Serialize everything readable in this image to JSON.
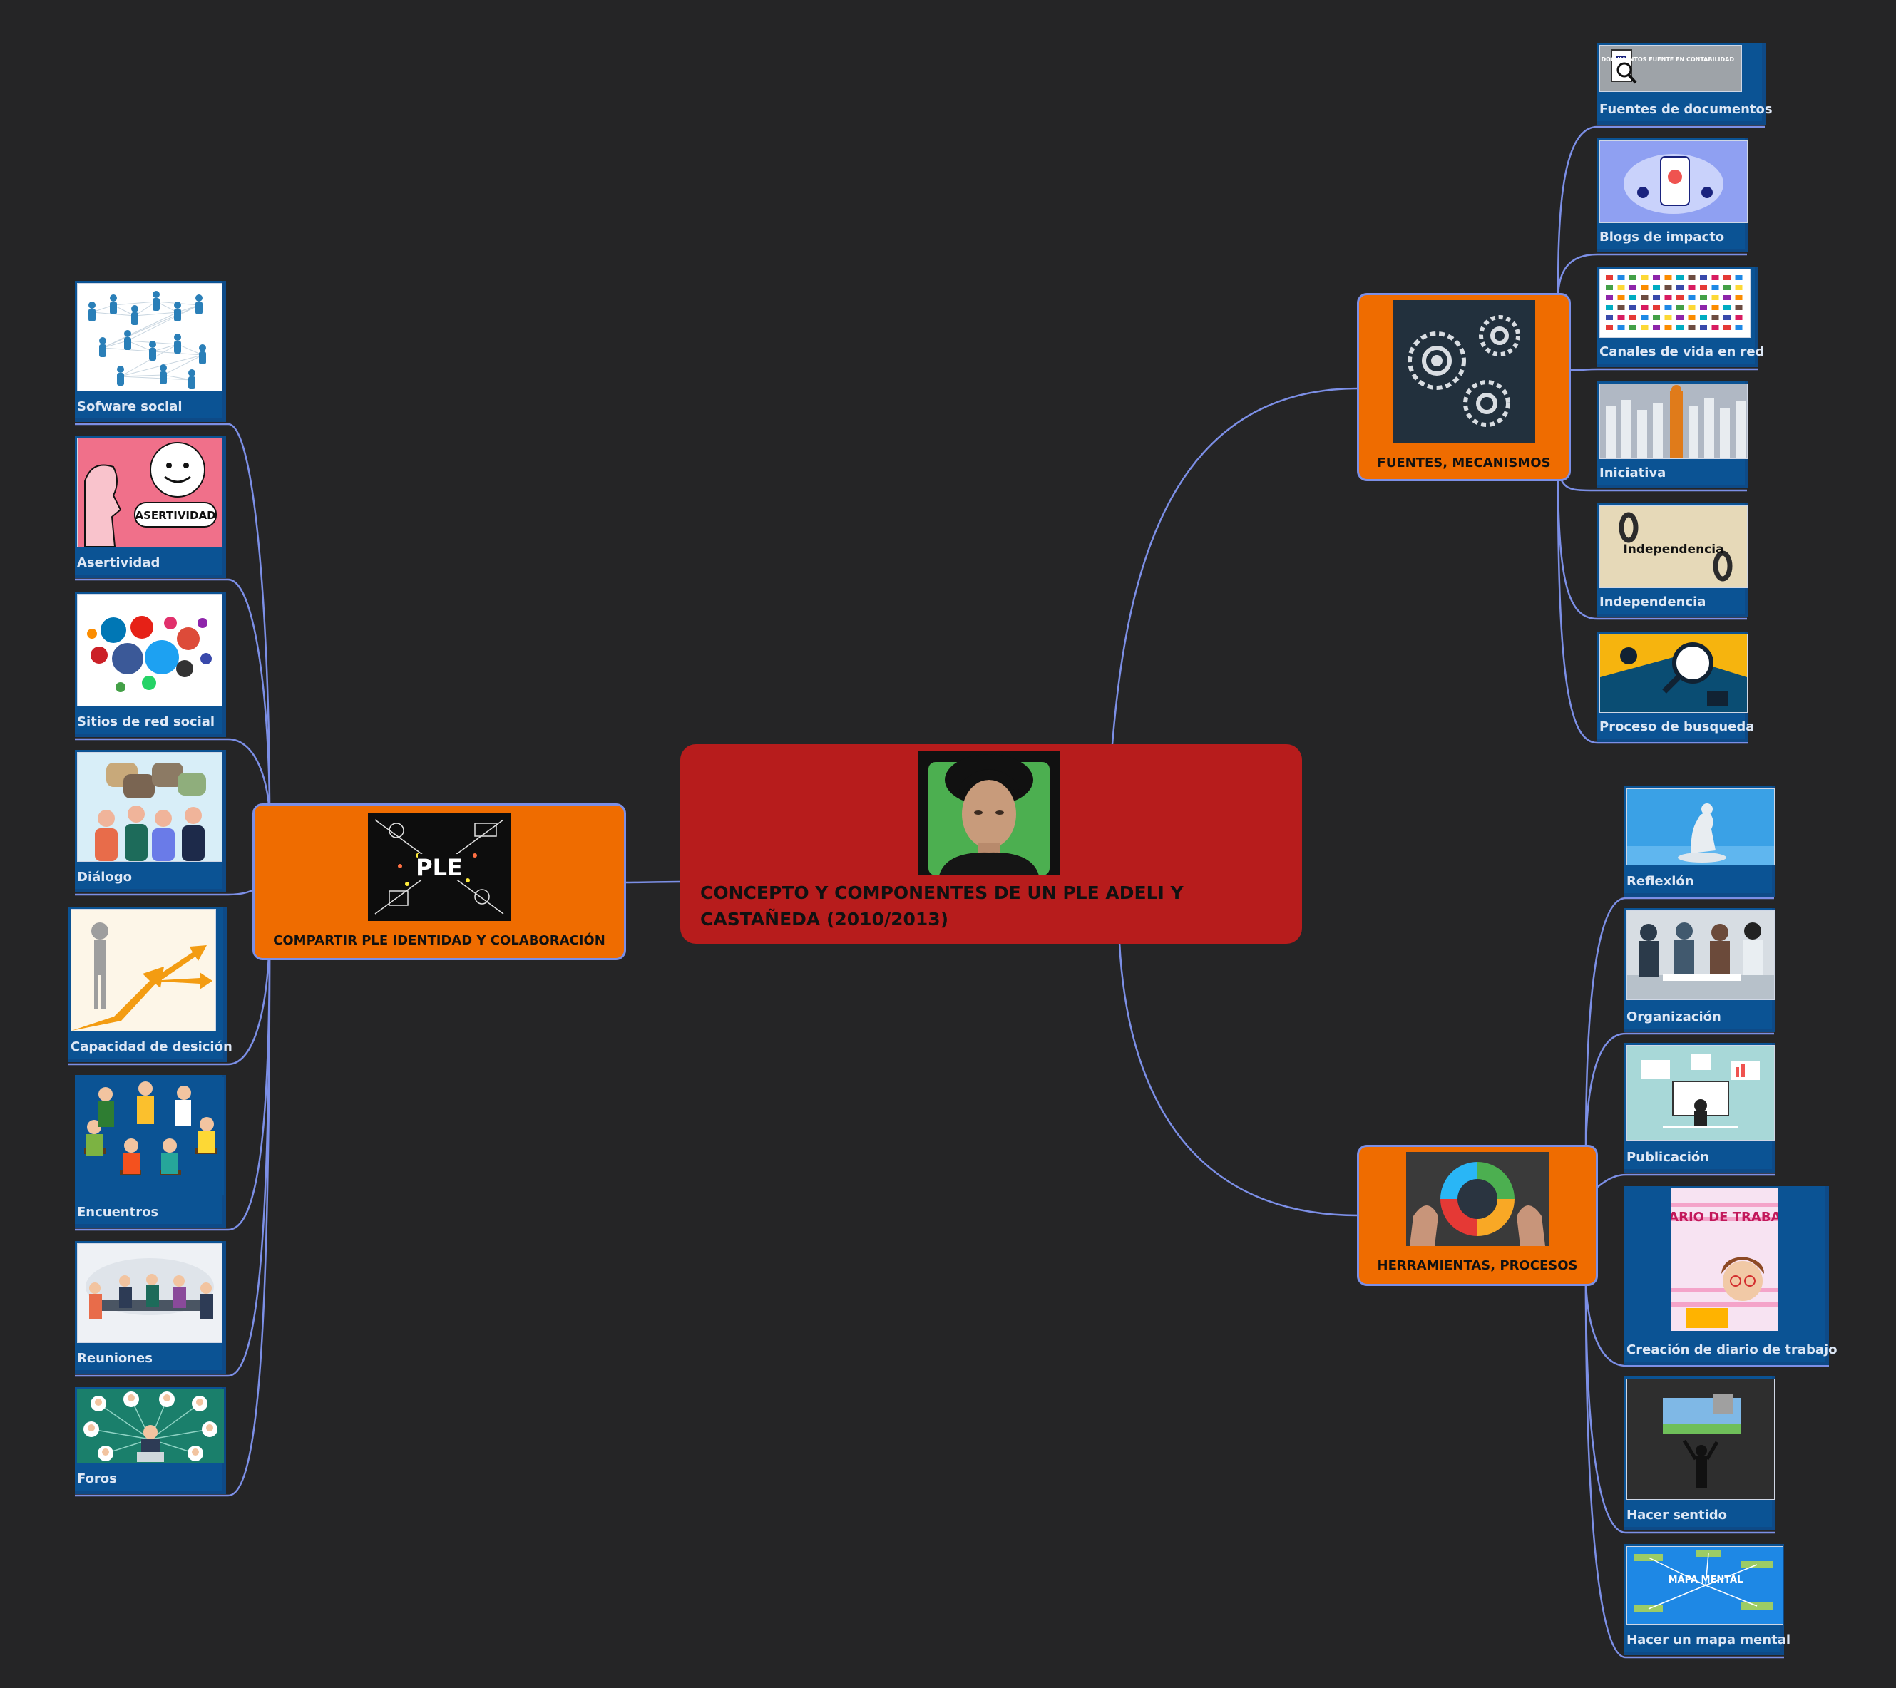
{
  "central": {
    "title": "CONCEPTO Y COMPONENTES DE UN PLE ADELI Y CASTAÑEDA (2010/2013)"
  },
  "branches": {
    "fuentes": {
      "label": "FUENTES, MECANISMOS"
    },
    "herramientas": {
      "label": "HERRAMIENTAS, PROCESOS"
    },
    "compartir": {
      "label": "COMPARTIR PLE IDENTIDAD Y COLABORACIÓN"
    }
  },
  "fuentes_items": [
    {
      "label": "Fuentes de documentos",
      "image_text": "DOCUMENTOS FUENTE EN CONTABILIDAD"
    },
    {
      "label": "Blogs de impacto"
    },
    {
      "label": "Canales de vida en red"
    },
    {
      "label": "Iniciativa"
    },
    {
      "label": "Independencia",
      "image_text": "Independencia"
    },
    {
      "label": "Proceso de busqueda"
    }
  ],
  "herramientas_items": [
    {
      "label": "Reflexión"
    },
    {
      "label": "Organización"
    },
    {
      "label": "Publicación"
    },
    {
      "label": "Creación de diario de trabajo",
      "image_text": "DIARIO DE TRABAJO"
    },
    {
      "label": "Hacer sentido"
    },
    {
      "label": "Hacer un mapa mental",
      "image_text": "MAPA MENTAL"
    }
  ],
  "compartir_items": [
    {
      "label": "Sofware social"
    },
    {
      "label": "Asertividad",
      "image_text": "ASERTIVIDAD"
    },
    {
      "label": "Sitios de red social"
    },
    {
      "label": "Diálogo"
    },
    {
      "label": "Capacidad de desición"
    },
    {
      "label": "Encuentros"
    },
    {
      "label": "Reuniones"
    },
    {
      "label": "Foros"
    }
  ],
  "ple_image_text": "PLE",
  "colors": {
    "background": "#252526",
    "central": "#b71c1c",
    "branch": "#ef6c00",
    "leaf": "#0b5394",
    "connector": "#7c8fe6"
  }
}
